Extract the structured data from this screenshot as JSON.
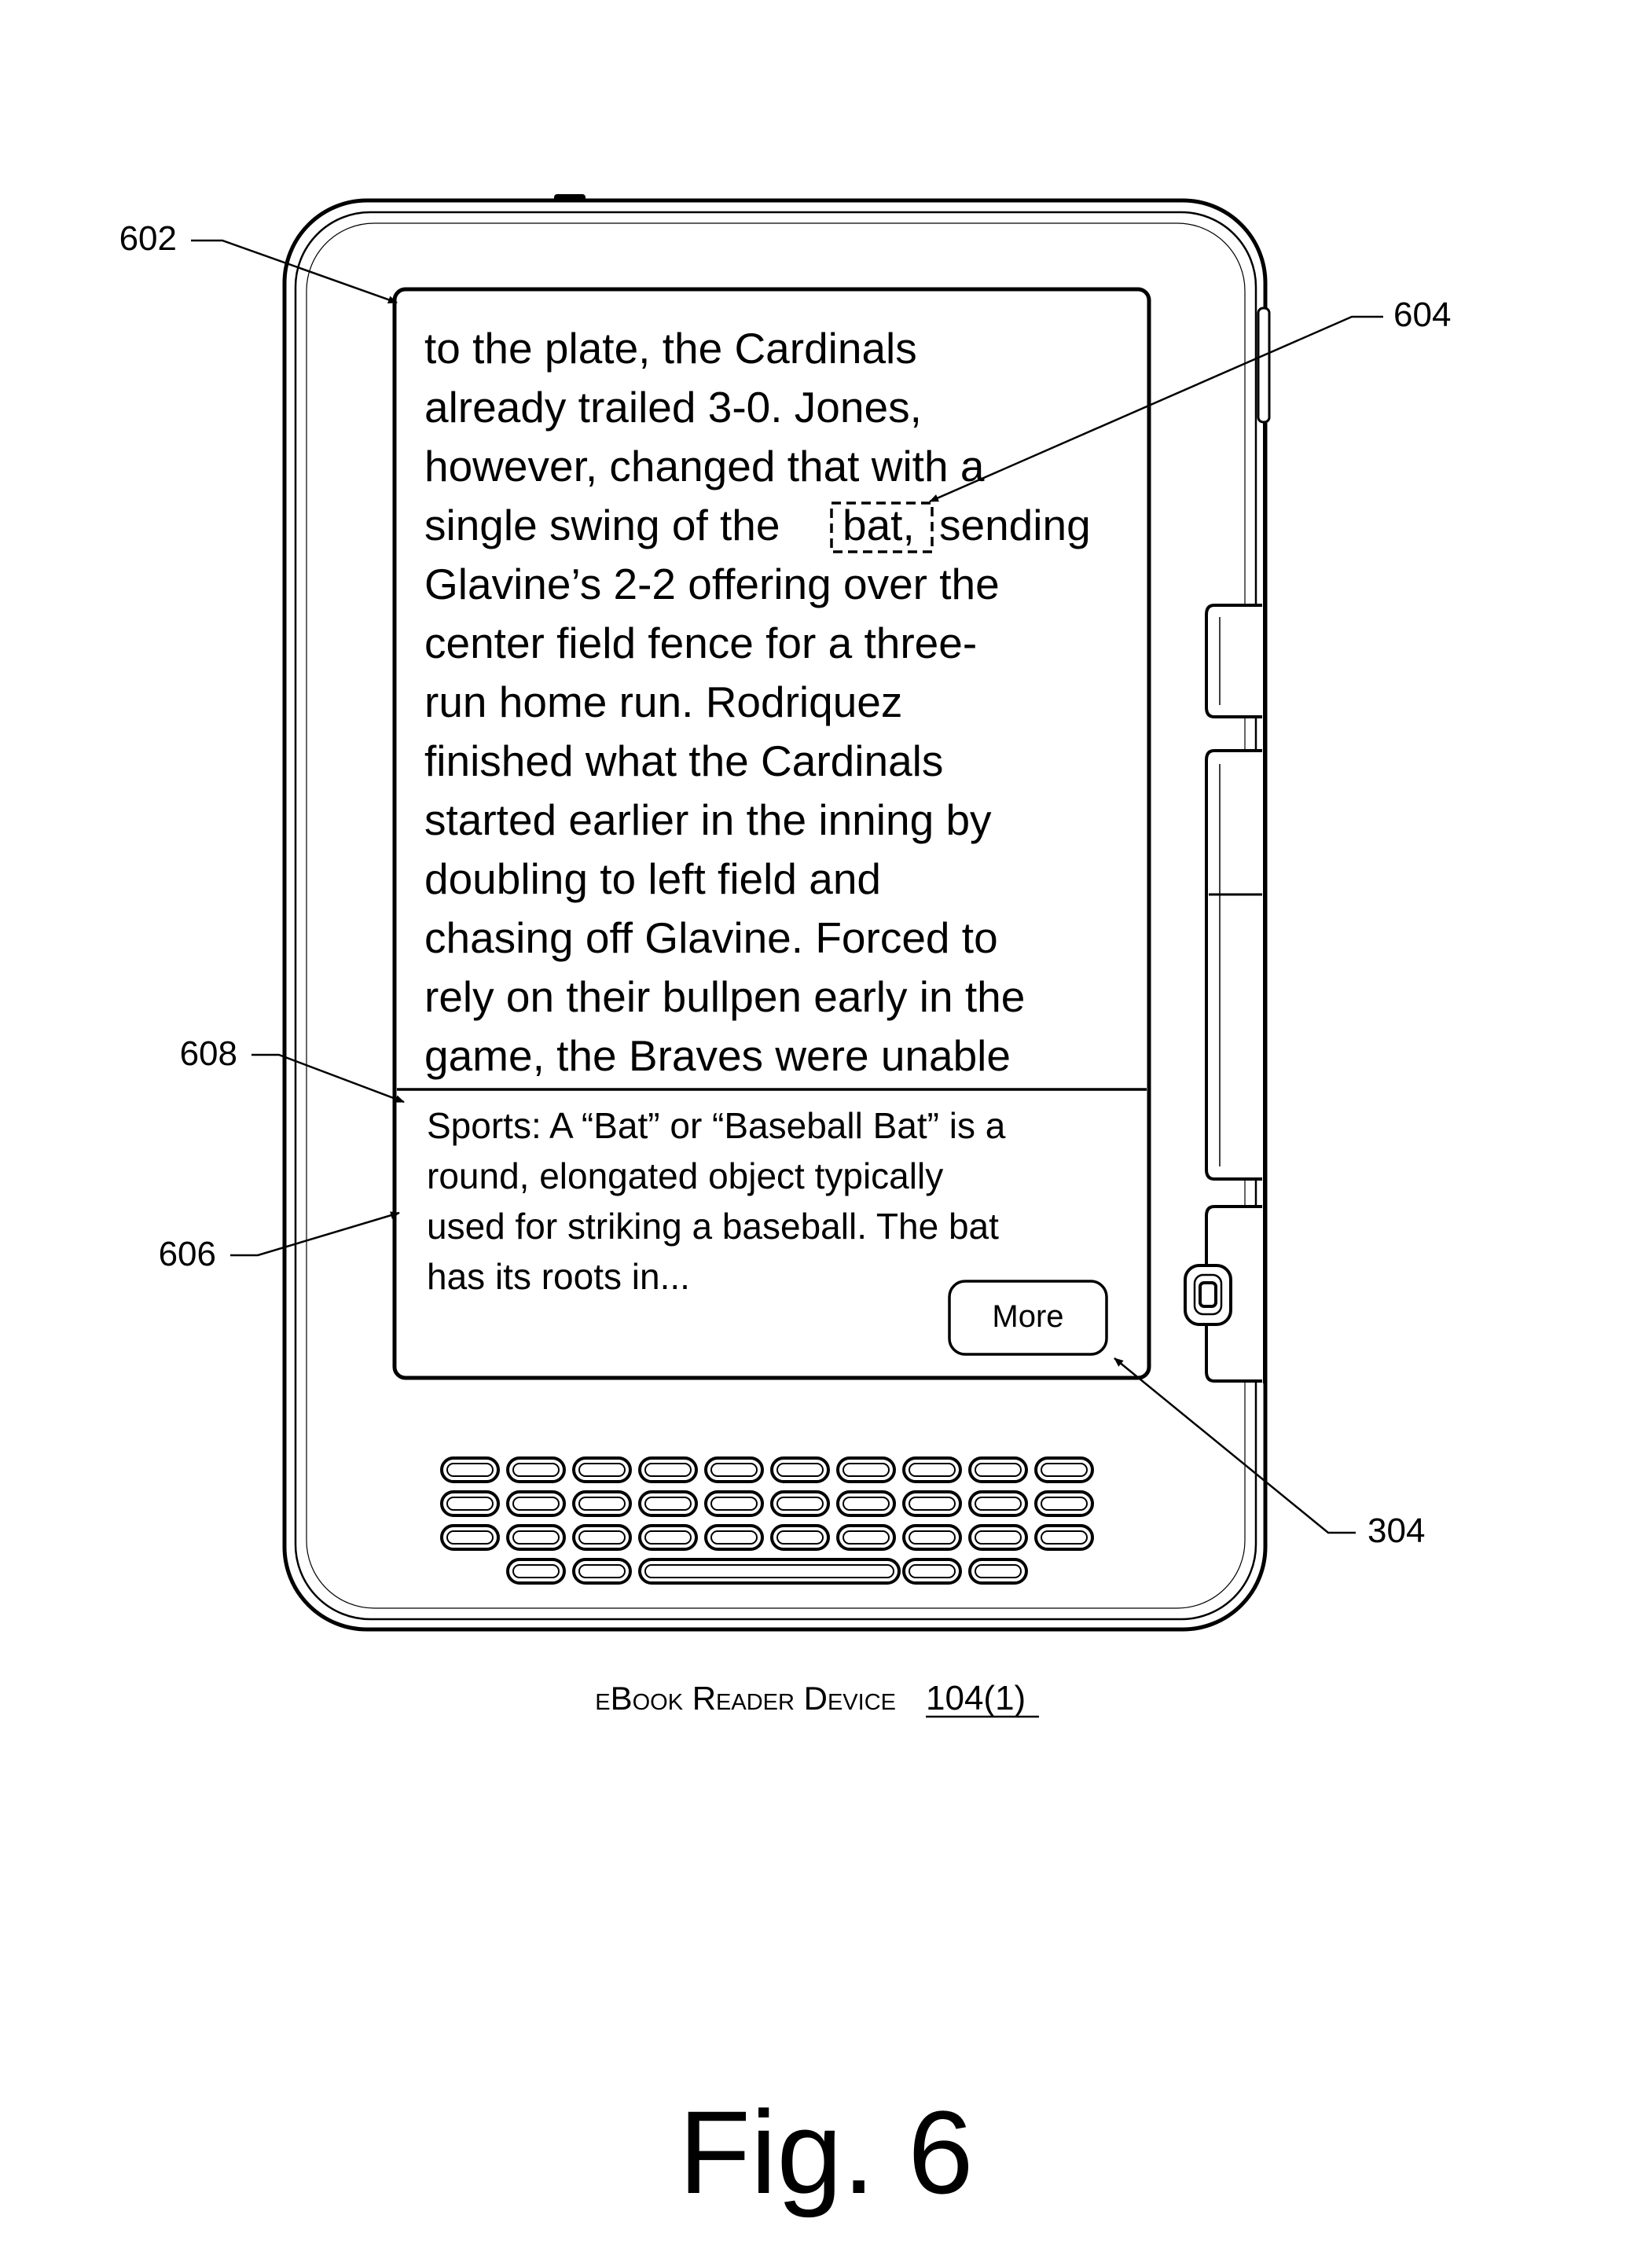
{
  "reference_numerals": {
    "main_text_area": "602",
    "selected_word": "604",
    "supplemental_pane": "606",
    "pane_divider": "608",
    "more_control": "304"
  },
  "reader_text": {
    "lines": [
      "to the plate, the Cardinals",
      "already trailed 3-0.  Jones,",
      "however, changed that with a",
      "single swing of the",
      "Glavine’s 2-2 offering over the",
      "center field fence for a three-",
      "run home run.  Rodriquez",
      "finished what the Cardinals",
      "started earlier in the inning by",
      "doubling to left field and",
      "chasing off Glavine.  Forced to",
      "rely on their bullpen early in the",
      "game, the Braves were unable"
    ],
    "selected_word": "bat,",
    "after_selected": "sending"
  },
  "definition": {
    "lines": [
      "Sports: A “Bat” or “Baseball Bat” is a",
      "round, elongated object typically",
      "used for striking a baseball.  The bat",
      "has its roots in..."
    ],
    "more_button": "More"
  },
  "caption": {
    "prefix": "eBook Reader Device",
    "number": "104(1)"
  },
  "figure_label": "Fig. 6"
}
